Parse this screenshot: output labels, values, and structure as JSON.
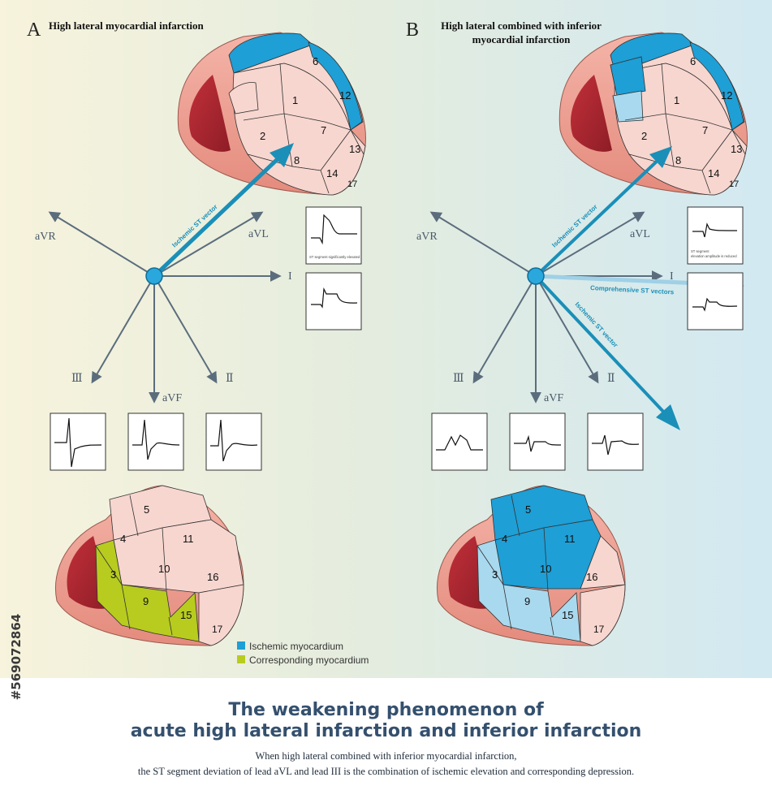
{
  "panel_a": {
    "letter": "A",
    "title": "High lateral myocardial infarction",
    "vector_label": "Ischemic ST vector",
    "ecg_note_avl": "ST segment significantly elevated"
  },
  "panel_b": {
    "letter": "B",
    "title_line1": "High lateral combined with inferior",
    "title_line2": "myocardial infarction",
    "vector_label_1": "Ischemic ST vector",
    "vector_label_2": "Ischemic ST vector",
    "vector_label_combined": "Comprehensive ST vectors",
    "ecg_note_avl_line1": "ST segment",
    "ecg_note_avl_line2": "elevation amplitude is reduced"
  },
  "leads": {
    "avr": "aVR",
    "avl": "aVL",
    "i": "I",
    "iii": "Ⅲ",
    "avf": "aVF",
    "ii": "Ⅱ"
  },
  "segments": {
    "s1": "1",
    "s2": "2",
    "s3": "3",
    "s4": "4",
    "s5": "5",
    "s6": "6",
    "s7": "7",
    "s8": "8",
    "s9": "9",
    "s10": "10",
    "s11": "11",
    "s12": "12",
    "s13": "13",
    "s14": "14",
    "s15": "15",
    "s16": "16",
    "s17": "17"
  },
  "legend": {
    "ischemic": "Ischemic myocardium",
    "corresponding": "Corresponding myocardium"
  },
  "colors": {
    "ischemic": "#1e9fd6",
    "ischemic_light": "#a9d9ee",
    "corresponding": "#b7cc1e",
    "myocardium": "#f7d6cf",
    "vector": "#1a8fb8",
    "axis": "#5b6d7d"
  },
  "caption": {
    "title_line1": "The weakening phenomenon of",
    "title_line2": "acute high lateral infarction and inferior infarction",
    "desc_line1": "When high lateral combined with inferior myocardial infarction,",
    "desc_line2": "the ST segment deviation of lead aVL and lead III is the combination of ischemic elevation and corresponding depression."
  },
  "stock_id": "#569072864"
}
